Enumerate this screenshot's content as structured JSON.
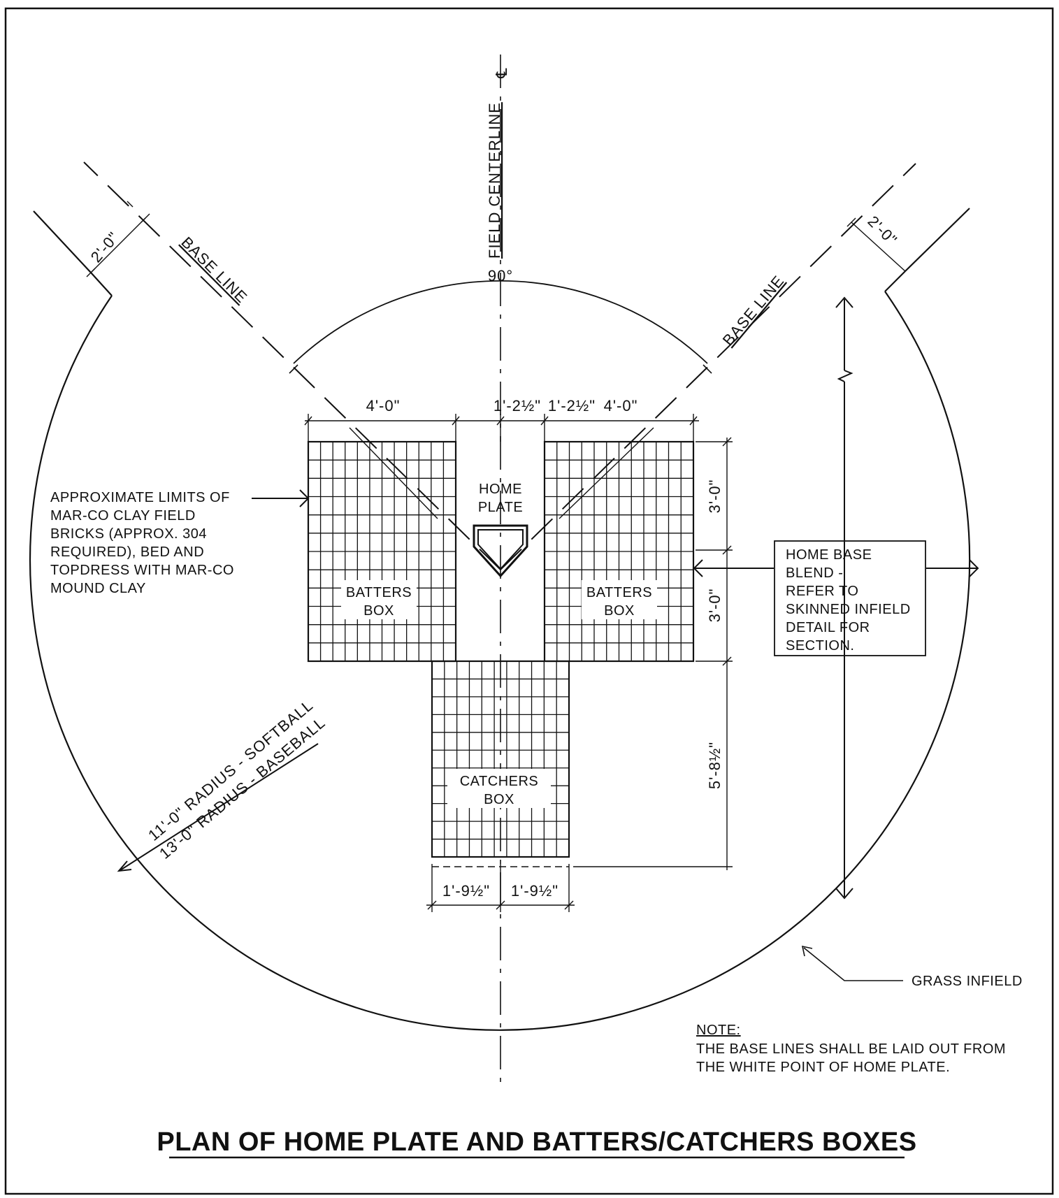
{
  "title": "PLAN OF HOME PLATE AND BATTERS/CATCHERS BOXES",
  "labels": {
    "field_centerline": "FIELD CENTERLINE",
    "centerline_symbol": "℄",
    "angle": "90°",
    "base_line_left": "BASE LINE",
    "base_line_right": "BASE LINE",
    "home_plate_1": "HOME",
    "home_plate_2": "PLATE",
    "batters_box_left_1": "BATTERS",
    "batters_box_left_2": "BOX",
    "batters_box_right_1": "BATTERS",
    "batters_box_right_2": "BOX",
    "catchers_box_1": "CATCHERS",
    "catchers_box_2": "BOX",
    "grass_infield": "GRASS INFIELD",
    "radius_softball": "11'-0\" RADIUS - SOFTBALL",
    "radius_baseball": "13'-0\" RADIUS - BASEBALL"
  },
  "dimensions": {
    "left_offset": "2'-0\"",
    "right_offset": "2'-0\"",
    "box_width_left": "4'-0\"",
    "half_gap_left": "1'-2½\"",
    "half_gap_right": "1'-2½\"",
    "box_width_right": "4'-0\"",
    "box_depth_upper": "3'-0\"",
    "box_depth_lower": "3'-0\"",
    "catcher_depth": "5'-8½\"",
    "catcher_half_left": "1'-9½\"",
    "catcher_half_right": "1'-9½\""
  },
  "notes": {
    "clay_lines": [
      "APPROXIMATE LIMITS OF",
      "MAR-CO CLAY FIELD",
      "BRICKS (APPROX. 304",
      "REQUIRED), BED AND",
      "TOPDRESS WITH MAR-CO",
      "MOUND CLAY"
    ],
    "home_base_lines": [
      "HOME BASE",
      "BLEND -",
      "REFER TO",
      "SKINNED INFIELD",
      "DETAIL FOR",
      "SECTION."
    ],
    "note_heading": "NOTE:",
    "note_lines": [
      "THE BASE LINES SHALL BE LAID OUT FROM",
      "THE  WHITE POINT OF HOME PLATE."
    ]
  }
}
